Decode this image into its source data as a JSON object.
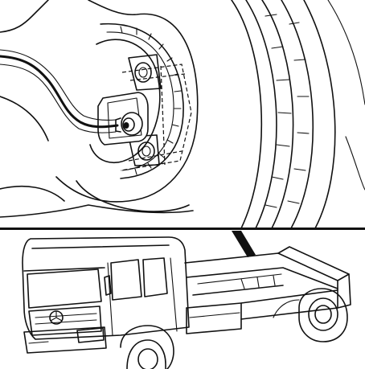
{
  "figure": {
    "panels": [
      {
        "id": "detail",
        "content": "wheel-speed-sensor-closeup"
      },
      {
        "id": "truck",
        "content": "tractor-unit-overview"
      }
    ],
    "colors": {
      "ink": "#111111",
      "paper": "#ffffff"
    },
    "icons": [
      "sensor-cable-icon",
      "callout-arrow-icon",
      "mercedes-star-icon"
    ]
  }
}
